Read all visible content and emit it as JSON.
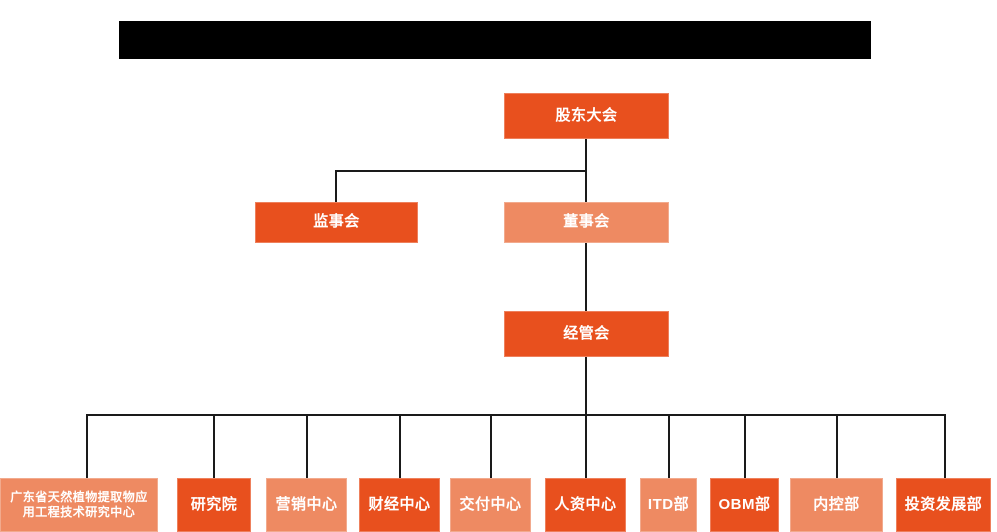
{
  "page": {
    "title": "Organizational Structure Chart",
    "background_color": "#FFFFFF"
  },
  "redaction": {
    "name": "redacted-title-bar",
    "color": "#000000",
    "text": ""
  },
  "palette": {
    "dark_orange": "#E8501E",
    "light_salmon": "#EE8A62",
    "line_color": "#1A1A1A",
    "text_color": "#FFFFFF"
  },
  "chart_data": {
    "type": "org-chart",
    "title": "",
    "levels": [
      {
        "level": 1,
        "nodes": [
          {
            "id": "shareholders",
            "label": "股东大会",
            "tone": "dark"
          }
        ]
      },
      {
        "level": 2,
        "nodes": [
          {
            "id": "supervisors",
            "label": "监事会",
            "tone": "dark"
          },
          {
            "id": "directors",
            "label": "董事会",
            "tone": "light"
          }
        ]
      },
      {
        "level": 3,
        "nodes": [
          {
            "id": "management",
            "label": "经管会",
            "tone": "dark"
          }
        ]
      },
      {
        "level": 4,
        "nodes": [
          {
            "id": "gd-center",
            "label": "广东省天然植物提取物应用工程技术研究中心",
            "tone": "light"
          },
          {
            "id": "research-institute",
            "label": "研究院",
            "tone": "dark"
          },
          {
            "id": "marketing-center",
            "label": "营销中心",
            "tone": "light"
          },
          {
            "id": "finance-center",
            "label": "财经中心",
            "tone": "dark"
          },
          {
            "id": "delivery-center",
            "label": "交付中心",
            "tone": "light"
          },
          {
            "id": "hr-center",
            "label": "人资中心",
            "tone": "dark"
          },
          {
            "id": "itd-dept",
            "label": "ITD部",
            "tone": "light"
          },
          {
            "id": "obm-dept",
            "label": "OBM部",
            "tone": "dark"
          },
          {
            "id": "internal-control-dept",
            "label": "内控部",
            "tone": "light"
          },
          {
            "id": "investment-dev-dept",
            "label": "投资发展部",
            "tone": "dark"
          }
        ]
      }
    ],
    "edges": [
      {
        "from": "shareholders",
        "to": "supervisors"
      },
      {
        "from": "shareholders",
        "to": "directors"
      },
      {
        "from": "directors",
        "to": "management"
      },
      {
        "from": "management",
        "to": "gd-center"
      },
      {
        "from": "management",
        "to": "research-institute"
      },
      {
        "from": "management",
        "to": "marketing-center"
      },
      {
        "from": "management",
        "to": "finance-center"
      },
      {
        "from": "management",
        "to": "delivery-center"
      },
      {
        "from": "management",
        "to": "hr-center"
      },
      {
        "from": "management",
        "to": "itd-dept"
      },
      {
        "from": "management",
        "to": "obm-dept"
      },
      {
        "from": "management",
        "to": "internal-control-dept"
      },
      {
        "from": "management",
        "to": "investment-dev-dept"
      }
    ]
  },
  "nodes": {
    "shareholders": {
      "label": "股东大会"
    },
    "supervisors": {
      "label": "监事会"
    },
    "directors": {
      "label": "董事会"
    },
    "management": {
      "label": "经管会"
    },
    "gd_center": {
      "label": "广东省天然植物提取物应用工程技术研究中心"
    },
    "research_institute": {
      "label": "研究院"
    },
    "marketing_center": {
      "label": "营销中心"
    },
    "finance_center": {
      "label": "财经中心"
    },
    "delivery_center": {
      "label": "交付中心"
    },
    "hr_center": {
      "label": "人资中心"
    },
    "itd_dept": {
      "label": "ITD部"
    },
    "obm_dept": {
      "label": "OBM部"
    },
    "internal_control_dept": {
      "label": "内控部"
    },
    "investment_dev_dept": {
      "label": "投资发展部"
    }
  }
}
